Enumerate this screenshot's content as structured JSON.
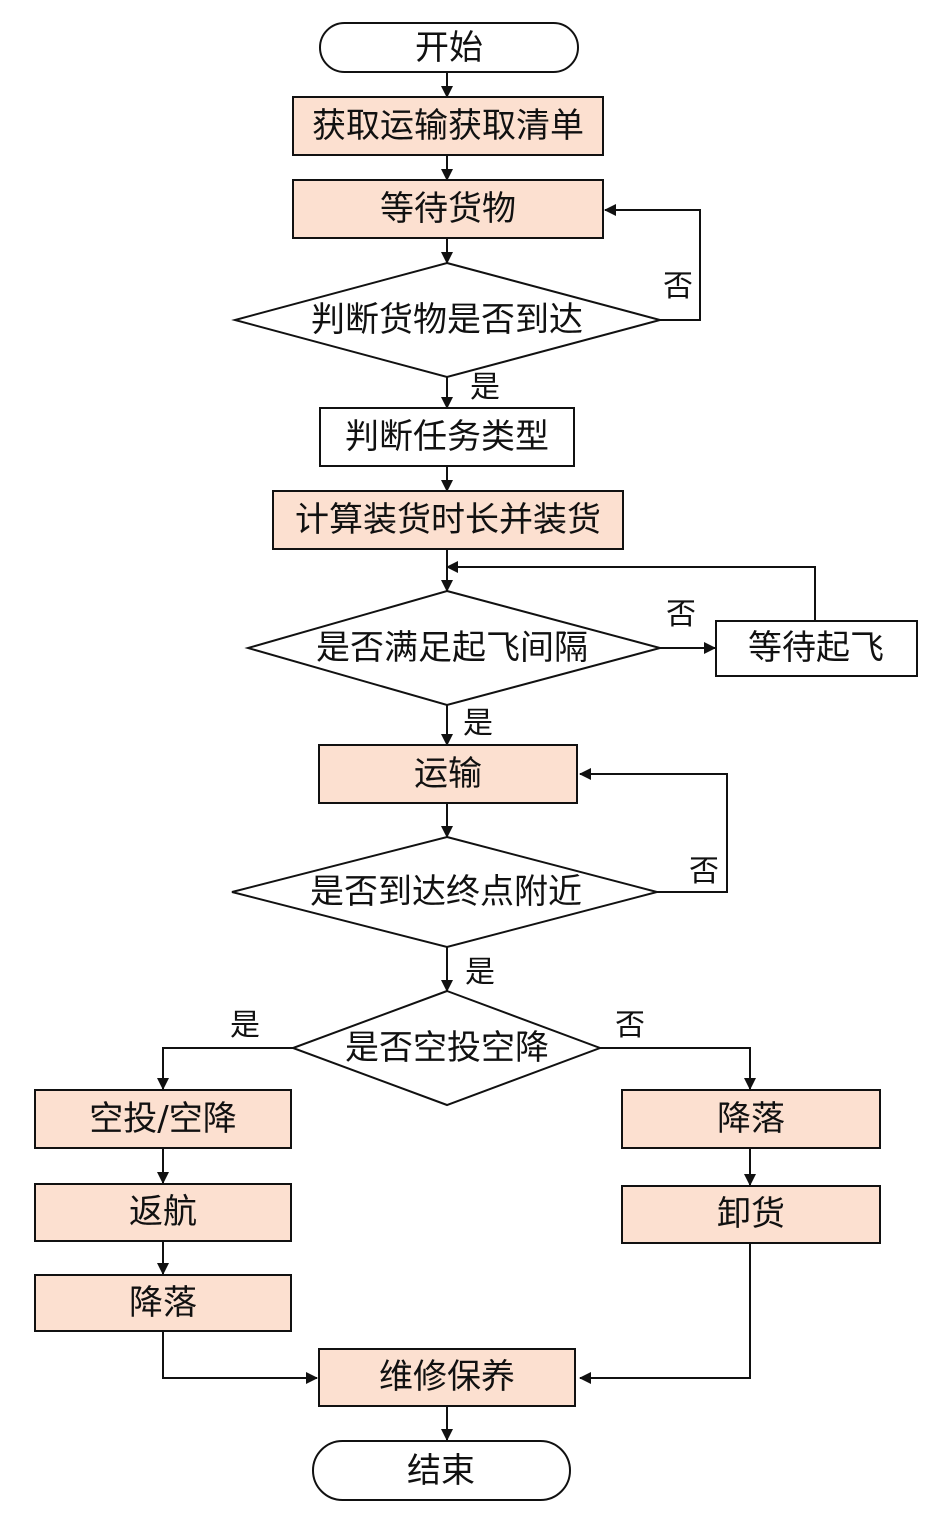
{
  "colors": {
    "process_fill": "#fce0d0",
    "plain_fill": "#ffffff",
    "stroke": "#111111"
  },
  "nodes": {
    "start": "开始",
    "get_list": "获取运输获取清单",
    "wait_goods": "等待货物",
    "check_arrival": "判断货物是否到达",
    "task_type": "判断任务类型",
    "calc_load": "计算装货时长并装货",
    "check_interval": "是否满足起飞间隔",
    "wait_takeoff": "等待起飞",
    "transport": "运输",
    "check_near": "是否到达终点附近",
    "check_airdrop": "是否空投空降",
    "airdrop": "空投/空降",
    "return": "返航",
    "land_left": "降落",
    "land_right": "降落",
    "unload": "卸货",
    "maintenance": "维修保养",
    "end": "结束"
  },
  "labels": {
    "no_arrival": "否",
    "yes_arrival": "是",
    "no_interval": "否",
    "yes_interval": "是",
    "no_near": "否",
    "yes_near": "是",
    "yes_airdrop": "是",
    "no_airdrop": "否"
  }
}
